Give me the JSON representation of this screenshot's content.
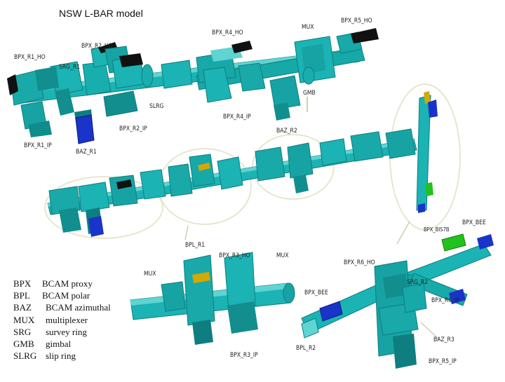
{
  "title": "NSW L-BAR model",
  "labels": [
    {
      "id": "mux-top",
      "text": "MUX"
    },
    {
      "id": "bpx-r5-ho",
      "text": "BPX_R5_HO"
    },
    {
      "id": "bpx-r4-ho",
      "text": "BPX_R4_HO"
    },
    {
      "id": "bpx-r2-ho",
      "text": "BPX_R2_HO"
    },
    {
      "id": "bpx-r1-ho",
      "text": "BPX_R1_HO"
    },
    {
      "id": "srg-r1",
      "text": "SRG_R1"
    },
    {
      "id": "gmb",
      "text": "GMB"
    },
    {
      "id": "slrg",
      "text": "SLRG"
    },
    {
      "id": "bpx-r4-ip",
      "text": "BPX_R4_IP"
    },
    {
      "id": "bpx-r2-ip",
      "text": "BPX_R2_IP"
    },
    {
      "id": "baz-r2",
      "text": "BAZ_R2"
    },
    {
      "id": "bpx-r1-ip",
      "text": "BPX_R1_IP"
    },
    {
      "id": "baz-r1",
      "text": "BAZ_R1"
    },
    {
      "id": "bpx-bee-top",
      "text": "BPX_BEE"
    },
    {
      "id": "bpx-bis7b",
      "text": "BPX_BIS7B"
    },
    {
      "id": "bpl-r1",
      "text": "BPL_R1"
    },
    {
      "id": "bpx-r3-ho",
      "text": "BPX_R3_HO"
    },
    {
      "id": "mux-mid",
      "text": "MUX"
    },
    {
      "id": "bpx-r6-ho",
      "text": "BPX_R6_HO"
    },
    {
      "id": "mux-left",
      "text": "MUX"
    },
    {
      "id": "srg-r2",
      "text": "SRG_R2"
    },
    {
      "id": "bpx-bee-bottom",
      "text": "BPX_BEE"
    },
    {
      "id": "bpx-r6-ip",
      "text": "BPX_R6_IP"
    },
    {
      "id": "baz-r3",
      "text": "BAZ_R3"
    },
    {
      "id": "bpl-r2",
      "text": "BPL_R2"
    },
    {
      "id": "bpx-r3-ip",
      "text": "BPX_R3_IP"
    },
    {
      "id": "bpx-r5-ip",
      "text": "BPX_R5_IP"
    }
  ],
  "legend": [
    {
      "abbr": "BPX",
      "desc": "BCAM proxy"
    },
    {
      "abbr": "BPL",
      "desc": "BCAM polar"
    },
    {
      "abbr": "BAZ",
      "desc": "BCAM azimuthal"
    },
    {
      "abbr": "MUX",
      "desc": "multiplexer"
    },
    {
      "abbr": "SRG",
      "desc": "survey ring"
    },
    {
      "abbr": "GMB",
      "desc": "gimbal"
    },
    {
      "abbr": "SLRG",
      "desc": "slip ring"
    }
  ],
  "colors": {
    "bar": "#1bb3b3",
    "bar_dark": "#0e7e80",
    "bar_light": "#5fd4d2",
    "bcam_blue": "#1a33c8",
    "bcam_green": "#22c21e",
    "mount_black": "#111111",
    "ellipse": "#e6e6cf"
  }
}
